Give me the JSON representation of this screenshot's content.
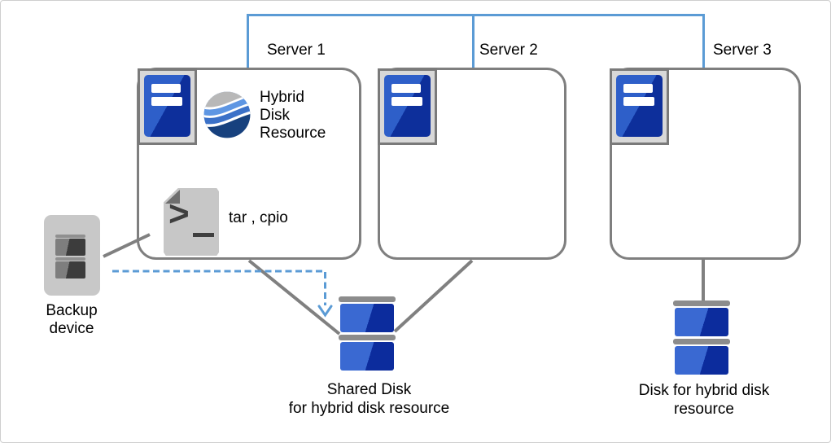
{
  "servers": [
    {
      "label": "Server 1"
    },
    {
      "label": "Server 2"
    },
    {
      "label": "Server 3"
    }
  ],
  "server1_contents": {
    "resource_lines": [
      "Hybrid",
      "Disk",
      "Resource"
    ],
    "backup_tools": "tar , cpio"
  },
  "backup_device": {
    "lines": [
      "Backup",
      "device"
    ]
  },
  "shared_disk_label": {
    "lines": [
      "Shared Disk",
      "for hybrid disk resource"
    ]
  },
  "hybrid_disk_label": {
    "lines": [
      "Disk for hybrid disk",
      "resource"
    ]
  },
  "colors": {
    "connector_blue": "#5B9BD5",
    "line_gray": "#808080",
    "box_border": "#7F7F7F",
    "server_blue_light": "#2E5FC9",
    "server_blue_dark": "#0D2F9B",
    "disk_blue_light": "#3A69D2",
    "disk_blue_dark": "#0C2C9D",
    "icon_frame_gray": "#D8D8D8",
    "device_gray": "#C8C8C8",
    "logo_gray": "#B8B8B8",
    "logo_light_blue": "#5E96E3",
    "logo_mid_blue": "#3B71C8",
    "logo_navy": "#17417E"
  }
}
